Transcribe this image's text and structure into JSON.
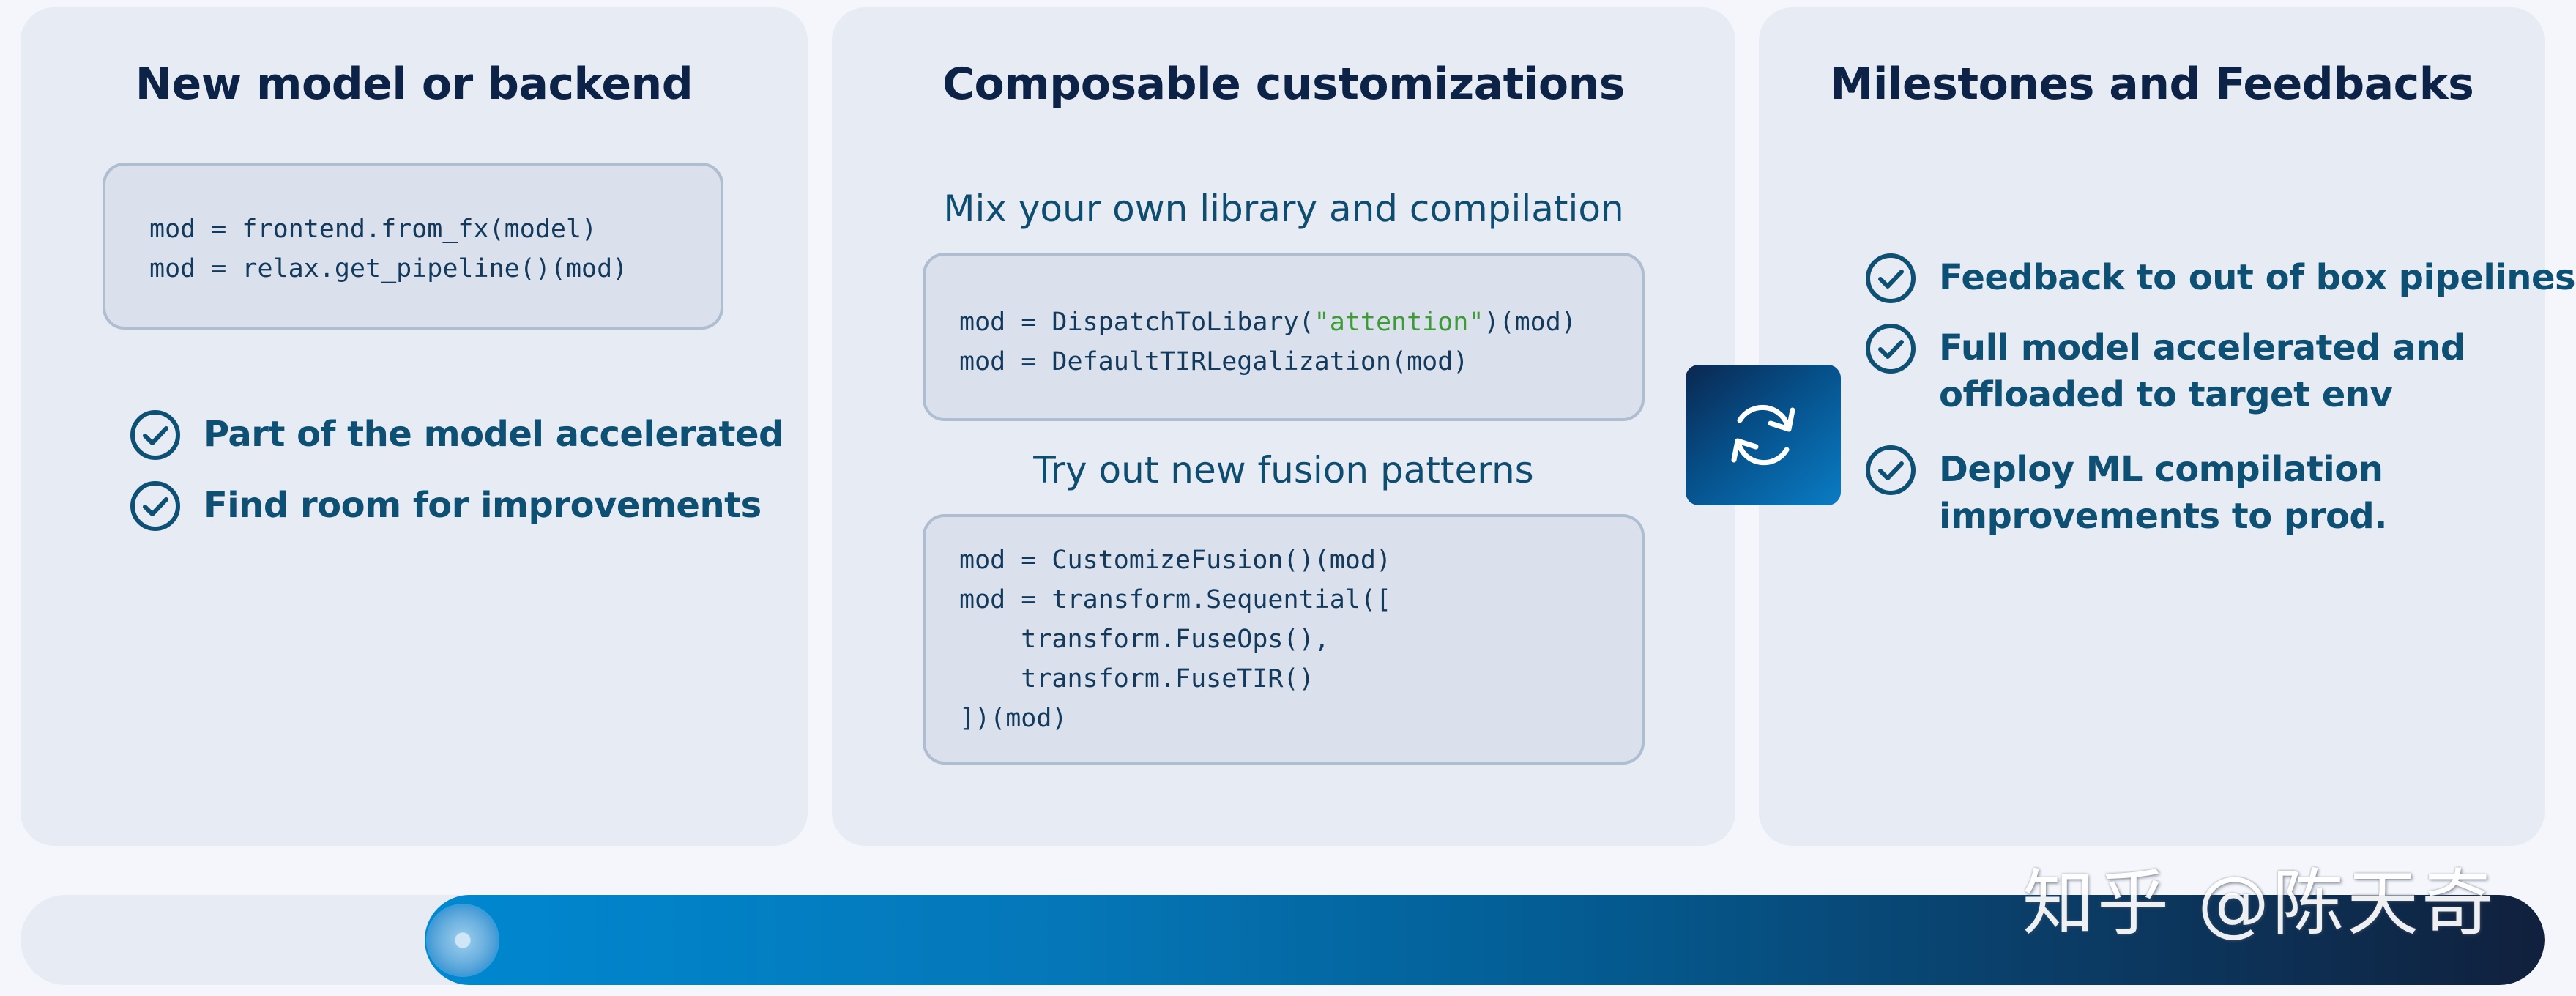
{
  "colors": {
    "panel_bg": "#e6ebf4",
    "title": "#0d2247",
    "accent_text": "#0e5074",
    "code_text": "#133a5d",
    "code_string": "#3f9b38",
    "timeline_start": "#0088d0",
    "timeline_end": "#10203d"
  },
  "panels": [
    {
      "title": "New model or backend",
      "code": [
        "mod = frontend.from_fx(model)",
        "mod = relax.get_pipeline()(mod)"
      ],
      "checklist": [
        {
          "icon": "check-circle-icon",
          "text": "Part of the model accelerated"
        },
        {
          "icon": "check-circle-icon",
          "text": "Find room for improvements"
        }
      ]
    },
    {
      "title": "Composable customizations",
      "sections": [
        {
          "subtitle": "Mix your own library and compilation",
          "code": [
            {
              "pre": "mod = DispatchToLibary(",
              "str": "\"attention\"",
              "post": ")(mod)"
            },
            {
              "pre": "mod = DefaultTIRLegalization(mod)",
              "str": "",
              "post": ""
            }
          ]
        },
        {
          "subtitle": "Try out new fusion patterns",
          "code": [
            "mod = CustomizeFusion()(mod)",
            "mod = transform.Sequential([",
            "    transform.FuseOps(),",
            "    transform.FuseTIR()",
            "])(mod)"
          ]
        }
      ]
    },
    {
      "title": "Milestones and Feedbacks",
      "checklist": [
        {
          "icon": "check-circle-icon",
          "lines": [
            "Feedback to out of box pipelines"
          ]
        },
        {
          "icon": "check-circle-icon",
          "lines": [
            "Full model accelerated and",
            "offloaded to target env"
          ]
        },
        {
          "icon": "check-circle-icon",
          "lines": [
            "Deploy ML compilation",
            "improvements to prod."
          ]
        }
      ]
    }
  ],
  "feedback_loop": {
    "icon": "refresh-cycle-icon"
  },
  "timeline": {
    "progress": 0.16
  },
  "watermark": "知乎 @陈天奇"
}
